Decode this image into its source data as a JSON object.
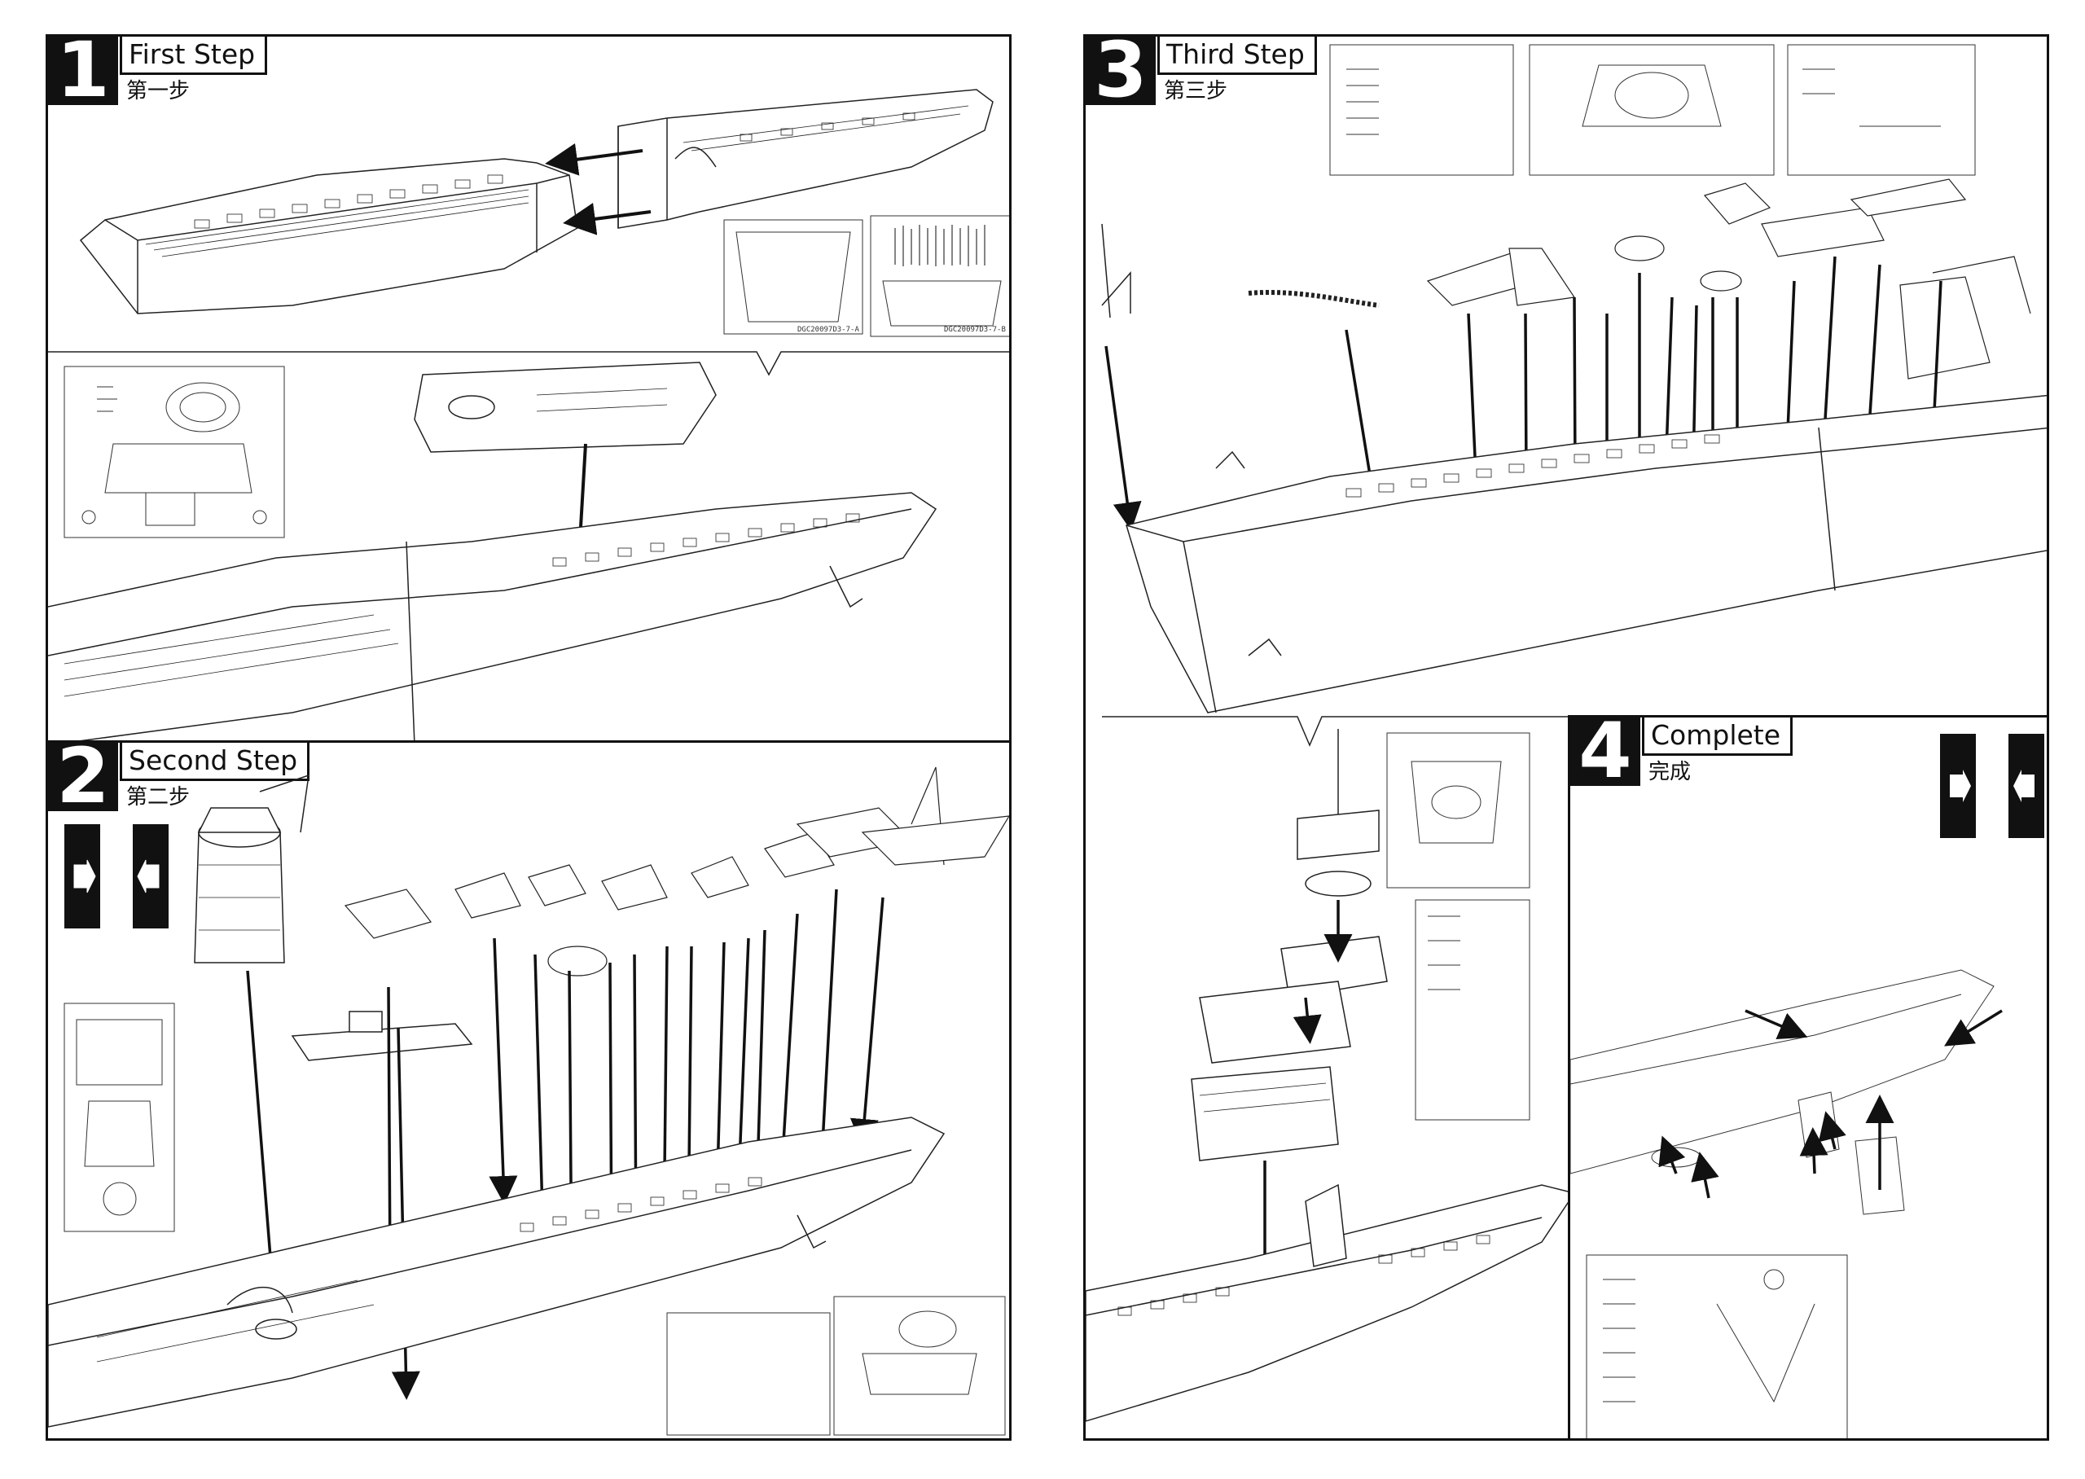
{
  "steps": [
    {
      "number": "1",
      "title": "First Step",
      "subtitle": "第一步"
    },
    {
      "number": "2",
      "title": "Second Step",
      "subtitle": "第二步"
    },
    {
      "number": "3",
      "title": "Third Step",
      "subtitle": "第三步"
    },
    {
      "number": "4",
      "title": "Complete",
      "subtitle": "完成"
    }
  ],
  "sheet_codes": {
    "a": "DGC20097D3-7-A",
    "b": "DGC20097D3-7-B"
  },
  "icons": {
    "symmetry": "mirror-symmetry-icon",
    "arrow": "assembly-arrow-icon"
  },
  "colors": {
    "ink": "#111111",
    "paper": "#ffffff"
  }
}
